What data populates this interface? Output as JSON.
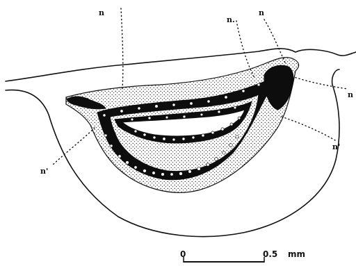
{
  "labels": {
    "n_top_left": "n",
    "n_top_mid": "n.",
    "n_top_right": "n",
    "n_right": "n",
    "n_prime_right": "n'",
    "n_prime_left": "n'"
  },
  "scale": {
    "zero": "0",
    "value": "0.5",
    "unit": "mm"
  }
}
